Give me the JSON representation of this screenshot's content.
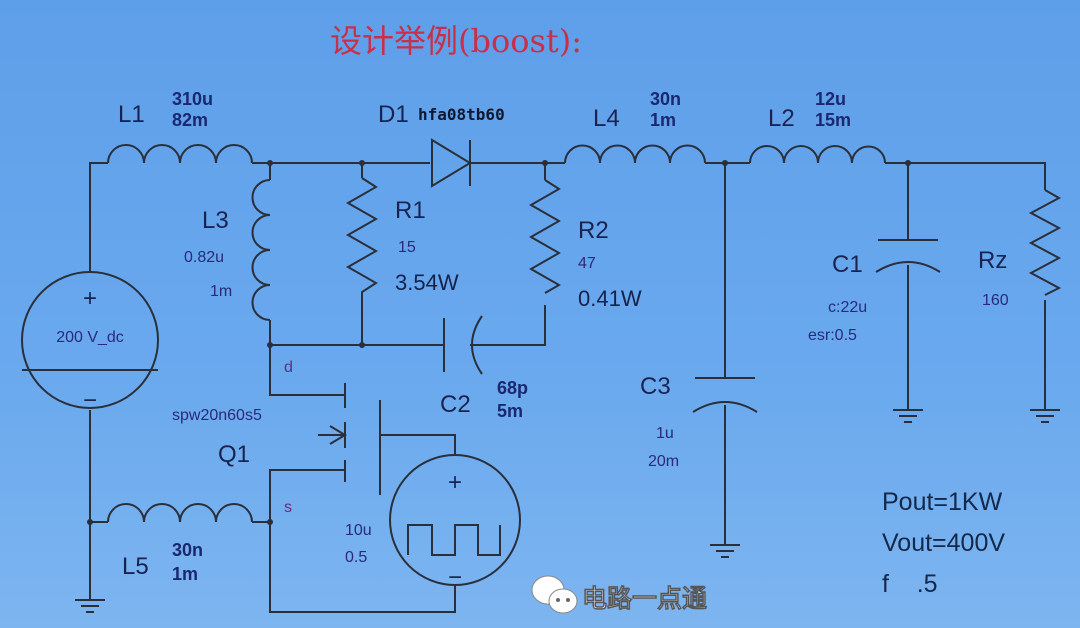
{
  "title": "设计举例(boost):",
  "components": {
    "L1": {
      "name": "L1",
      "value": "310u",
      "esr": "82m"
    },
    "D1": {
      "name": "D1",
      "part": "hfa08tb60"
    },
    "L4": {
      "name": "L4",
      "value": "30n",
      "esr": "1m"
    },
    "L2": {
      "name": "L2",
      "value": "12u",
      "esr": "15m"
    },
    "L3": {
      "name": "L3",
      "value": "0.82u",
      "esr": "1m"
    },
    "R1": {
      "name": "R1",
      "value": "15",
      "power": "3.54W"
    },
    "R2": {
      "name": "R2",
      "value": "47",
      "power": "0.41W"
    },
    "C1": {
      "name": "C1",
      "value": "c:22u",
      "esr": "esr:0.5"
    },
    "Rz": {
      "name": "Rz",
      "value": "160"
    },
    "V1": {
      "label": "200 V_dc",
      "plus": "+",
      "minus": "−"
    },
    "C2": {
      "name": "C2",
      "value": "68p",
      "esr": "5m"
    },
    "C3": {
      "name": "C3",
      "value": "1u",
      "esr": "20m"
    },
    "Q1": {
      "name": "Q1",
      "part": "spw20n60s5",
      "drain": "d",
      "source": "s"
    },
    "Vpulse": {
      "value": "10u",
      "esr": "0.5",
      "plus": "+",
      "minus": "−"
    },
    "L5": {
      "name": "L5",
      "value": "30n",
      "esr": "1m"
    }
  },
  "specs": {
    "pout": "Pout=1KW",
    "vout": "Vout=400V",
    "f_partial": "f    .5"
  },
  "watermark": "电路一点通"
}
